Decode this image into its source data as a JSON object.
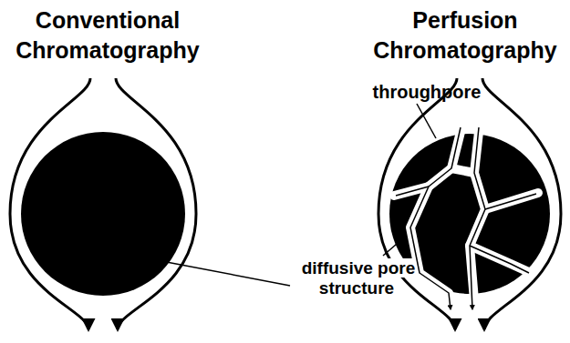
{
  "diagram": {
    "labels": [
      "Conventional Chromatography",
      "Perfusion Chromatography",
      "throughpore",
      "diffusive pore structure"
    ]
  }
}
